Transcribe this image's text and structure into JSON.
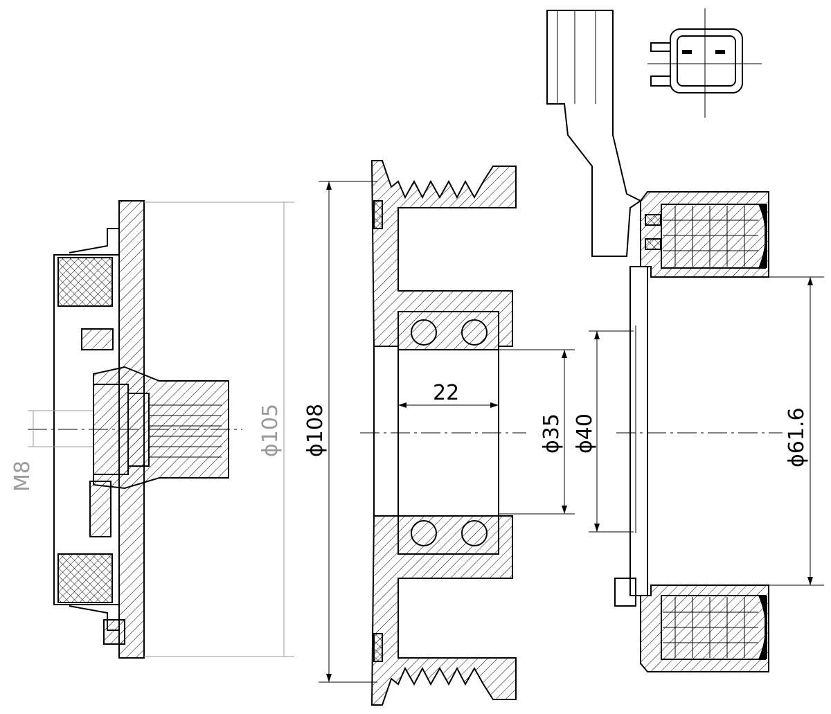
{
  "drawing": {
    "dimensions": {
      "m8": "M8",
      "d105": "ϕ105",
      "d108": "ϕ108",
      "w22": "22",
      "d35": "ϕ35",
      "d40": "ϕ40",
      "d61_6": "ϕ61.6"
    },
    "colors": {
      "line": "#000000",
      "secondary_dimension": "#9a9a9a"
    }
  }
}
